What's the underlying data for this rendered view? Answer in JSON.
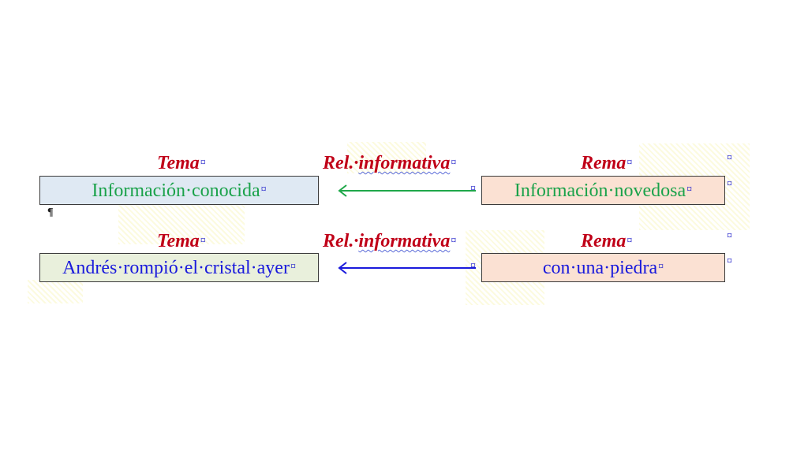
{
  "rows": [
    {
      "tema_label": "Tema",
      "rel_label_prefix": "Rel.·",
      "rel_label_word": "informativa",
      "rema_label": "Rema",
      "tema_text": "Información·conocida",
      "rema_text": "Información·novedosa",
      "arrow_color": "#1fa84a",
      "tema_bg": "#dfe9f3",
      "rema_bg": "#fbe1d3",
      "text_color": "#1aa24a"
    },
    {
      "tema_label": "Tema",
      "rel_label_prefix": "Rel.·",
      "rel_label_word": "informativa",
      "rema_label": "Rema",
      "tema_text": "Andrés·rompió·el·cristal·ayer",
      "rema_text": "con·una·piedra",
      "arrow_color": "#1a1adc",
      "tema_bg": "#e9f0dc",
      "rema_bg": "#fbe1d3",
      "text_color": "#1a1adc"
    }
  ],
  "marks": {
    "cell_end": "¤",
    "paragraph": "¶"
  },
  "colors": {
    "label_red": "#c00018",
    "box_border": "#3a3a3a"
  }
}
